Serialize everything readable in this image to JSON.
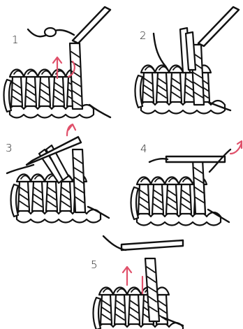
{
  "steps": [
    {
      "number": "1"
    },
    {
      "number": "2"
    },
    {
      "number": "3"
    },
    {
      "number": "4"
    },
    {
      "number": "5"
    }
  ],
  "colors": {
    "ink": "#111111",
    "arrow": "#e0506a",
    "background": "#ffffff"
  }
}
